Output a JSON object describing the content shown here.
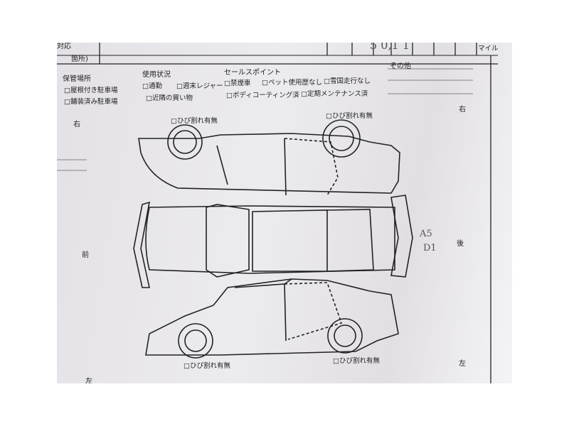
{
  "header": {
    "partial_label": "対応",
    "location_label": "箇所)",
    "mileage_handwritten": "5 0,1 1",
    "mileage_unit": "マイル"
  },
  "storage": {
    "title": "保管場所",
    "options": [
      "□屋根付き駐車場",
      "□舗装済み駐車場"
    ]
  },
  "usage": {
    "title": "使用状況",
    "options": [
      "□通勤",
      "□週末レジャー",
      "□近隣の買い物"
    ]
  },
  "sales_points": {
    "title": "セールスポイント",
    "options": [
      "□禁煙車",
      "□ペット使用歴なし",
      "□雪国走行なし",
      "□ボディコーティング済",
      "□定期メンテナンス済"
    ]
  },
  "other": {
    "title": "その他"
  },
  "diagram": {
    "crack_check": "□ひび割れ有無",
    "right": "右",
    "left": "左",
    "front": "前",
    "rear": "後",
    "handwritten_note_1": "A5",
    "handwritten_note_2": "D1"
  }
}
